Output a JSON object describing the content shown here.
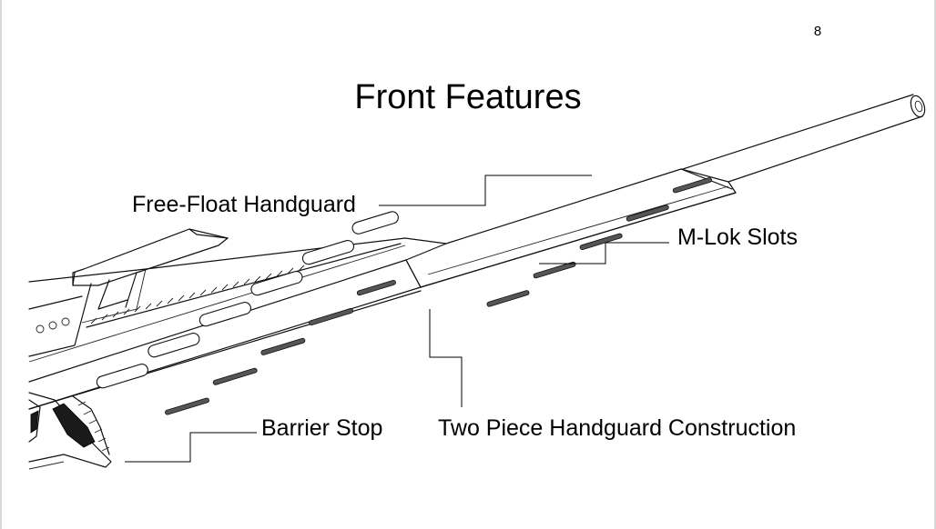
{
  "slide": {
    "page_number": "8",
    "title": "Front Features"
  },
  "callouts": {
    "free_float_handguard": "Free-Float Handguard",
    "mlok_slots": "M-Lok Slots",
    "barrier_stop": "Barrier Stop",
    "two_piece_handguard": "Two Piece Handguard Construction"
  }
}
